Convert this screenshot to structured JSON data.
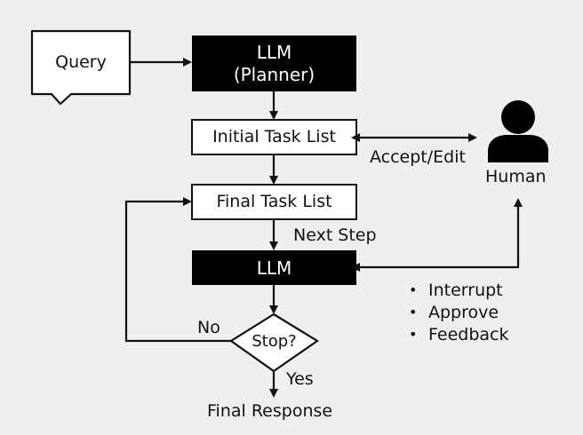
{
  "diagram": {
    "nodes": {
      "query": "Query",
      "planner_line1": "LLM",
      "planner_line2": "(Planner)",
      "initial_task_list": "Initial Task List",
      "final_task_list": "Final Task List",
      "llm": "LLM",
      "stop": "Stop?",
      "human": "Human",
      "final_response": "Final Response"
    },
    "edges": {
      "accept_edit": "Accept/Edit",
      "next_step": "Next Step",
      "no": "No",
      "yes": "Yes"
    },
    "human_actions": [
      "Interrupt",
      "Approve",
      "Feedback"
    ],
    "colors": {
      "background": "#efefef",
      "dark_box": "#000000",
      "light_box": "#ffffff",
      "line": "#111111"
    }
  }
}
